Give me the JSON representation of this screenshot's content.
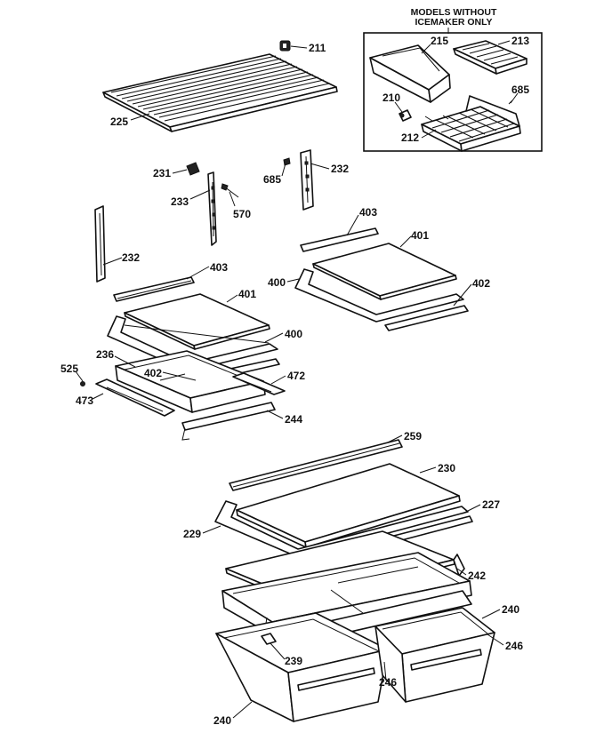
{
  "inset_note": {
    "line1": "MODELS WITHOUT",
    "line2": "ICEMAKER ONLY"
  },
  "callouts": [
    "211",
    "215",
    "213",
    "210",
    "685",
    "212",
    "225",
    "231",
    "233",
    "570",
    "685",
    "232",
    "232",
    "403",
    "401",
    "400",
    "403",
    "401",
    "400",
    "402",
    "236",
    "402",
    "525",
    "473",
    "472",
    "244",
    "259",
    "230",
    "227",
    "229",
    "242",
    "240",
    "239",
    "246",
    "246",
    "240"
  ]
}
